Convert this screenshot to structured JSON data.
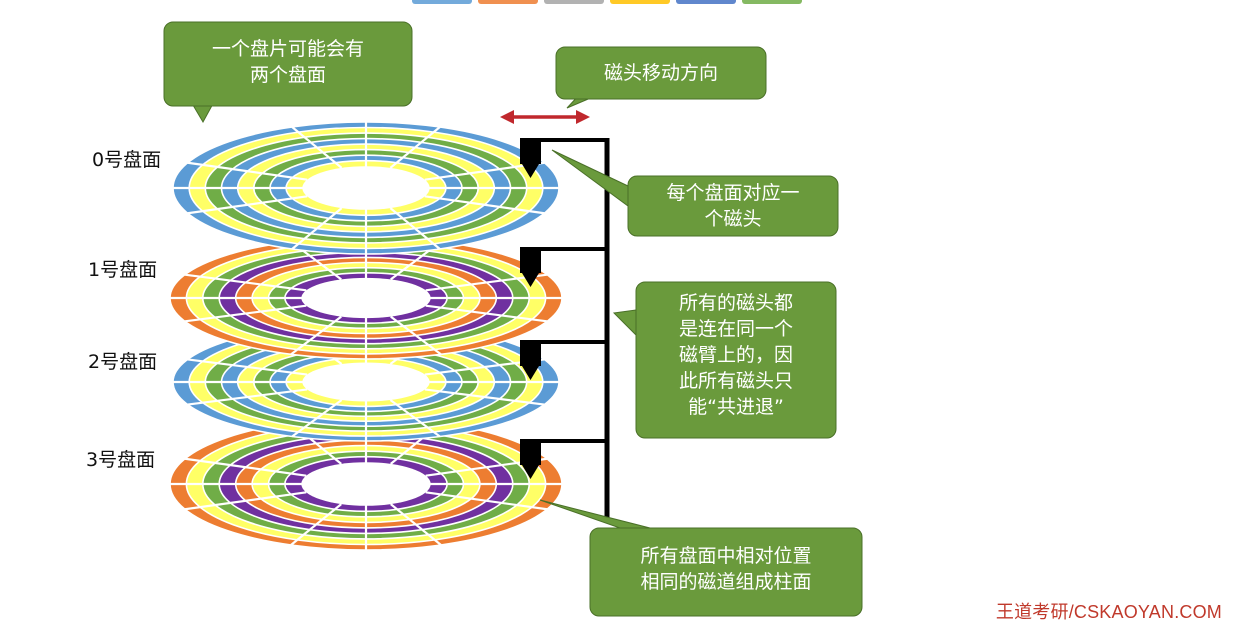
{
  "platters": [
    {
      "label": "0号盘面",
      "scheme": [
        "#5b9bd5",
        "#ffff66",
        "#70ad47"
      ]
    },
    {
      "label": "1号盘面",
      "scheme": [
        "#ed7d31",
        "#ffff66",
        "#70ad47",
        "#7030a0"
      ]
    },
    {
      "label": "2号盘面",
      "scheme": [
        "#5b9bd5",
        "#ffff66",
        "#70ad47"
      ]
    },
    {
      "label": "3号盘面",
      "scheme": [
        "#ed7d31",
        "#ffff66",
        "#70ad47",
        "#7030a0"
      ]
    }
  ],
  "callouts": {
    "two_surfaces": "一个盘片可能会有\n两个盘面",
    "head_direction": "磁头移动方向",
    "one_head_per_surface": "每个盘面对应一\n个磁头",
    "heads_linked": "所有的磁头都\n是连在同一个\n磁臂上的，因\n此所有磁头只\n能“共进退”",
    "cylinder": "所有盘面中相对位置\n相同的磁道组成柱面"
  },
  "watermark": "王道考研/CSKAOYAN.COM",
  "colors": {
    "callout_fill": "#6a9a3c",
    "callout_stroke": "#4a7028",
    "arm": "#000000",
    "arrow": "#c0282d",
    "blue": "#5b9bd5",
    "yellow": "#ffff66",
    "green": "#70ad47",
    "orange": "#ed7d31",
    "purple": "#7030a0"
  },
  "topbar_colors": [
    "#5b9bd5",
    "#ed7d31",
    "#a5a5a5",
    "#ffc000",
    "#4472c4",
    "#70ad47"
  ]
}
